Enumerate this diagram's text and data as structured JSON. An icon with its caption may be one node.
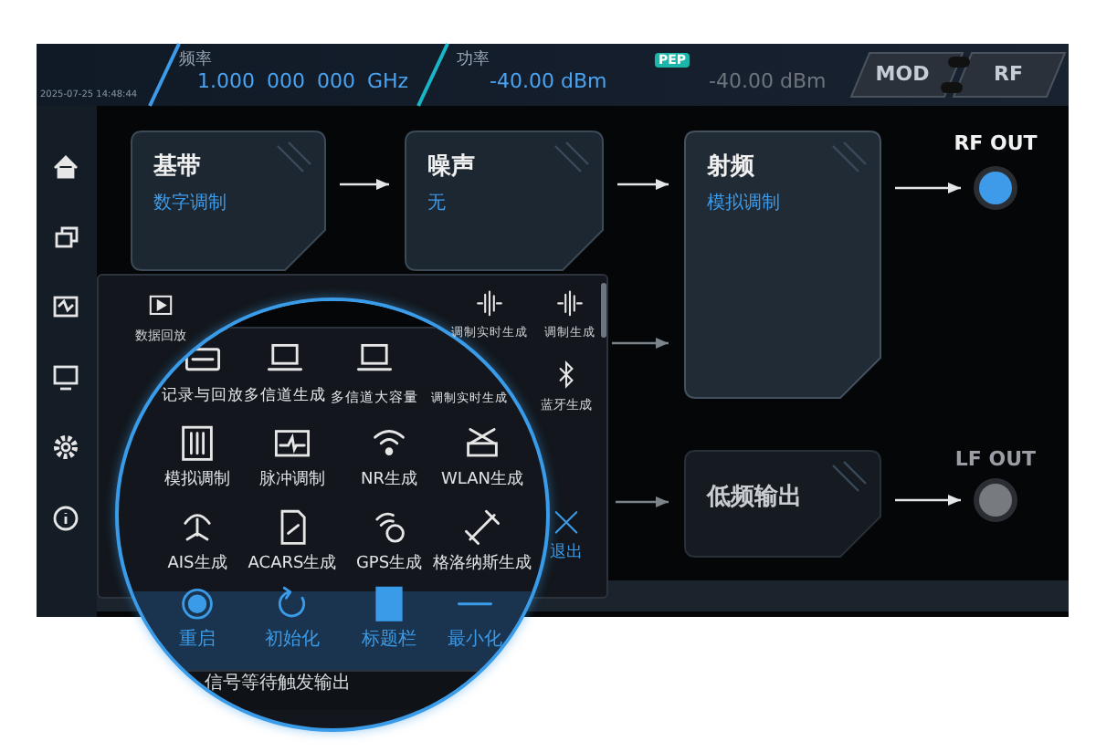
{
  "diagram": {
    "nodes": [
      {
        "text": [
          "基带",
          "数字调制"
        ]
      },
      {
        "text": [
          "噪声",
          "无"
        ]
      },
      {
        "text": [
          "射频",
          "模拟调制"
        ]
      },
      {
        "text": [],
        "shape": "circle",
        "beside": [
          "RF OUT"
        ]
      },
      {
        "text": [
          "低频输出"
        ]
      },
      {
        "text": [],
        "shape": "circle",
        "beside": [
          "LF OUT"
        ]
      }
    ],
    "edges": [
      {
        "from": 0,
        "to": 1,
        "arrow": "to"
      },
      {
        "from": 1,
        "to": 2,
        "arrow": "to"
      },
      {
        "from": 2,
        "to": 3,
        "arrow": "to"
      },
      {
        "from": null,
        "to": 2,
        "arrow": "to",
        "color": "#7d838b"
      },
      {
        "from": null,
        "to": 4,
        "arrow": "to",
        "color": "#7d838b"
      },
      {
        "from": 4,
        "to": 5,
        "arrow": "to"
      }
    ],
    "labels": [
      "2025-07-25 14:48:44",
      "频率",
      "1.000 000 000 GHz",
      "功率",
      "-40.00 dBm",
      "PEP",
      "-40.00 dBm",
      "MOD",
      "RF",
      "数据回放",
      "调制实时生成",
      "调制生成",
      "蓝牙生成",
      "退出",
      "记录与回放",
      "多信道生成",
      "多信道大容量",
      "调制实时生成",
      "模拟调制",
      "脉冲调制",
      "NR生成",
      "WLAN生成",
      "AIS生成",
      "ACARS生成",
      "GPS生成",
      "格洛纳斯生成",
      "重启",
      "初始化",
      "标题栏",
      "最小化",
      "信号等待触发输出"
    ]
  }
}
